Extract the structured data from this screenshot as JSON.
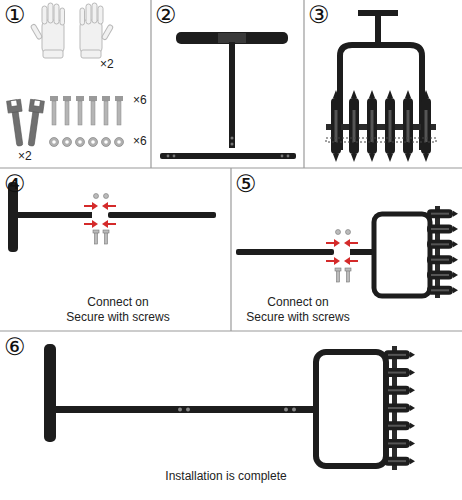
{
  "diagram": {
    "labels": [
      "①",
      "×2",
      "×6",
      "×2",
      "×6",
      "②",
      "③",
      "④",
      "Connect on",
      "Secure with screws",
      "⑤",
      "Connect on",
      "Secure with screws",
      "⑥",
      "Installation is complete"
    ]
  }
}
